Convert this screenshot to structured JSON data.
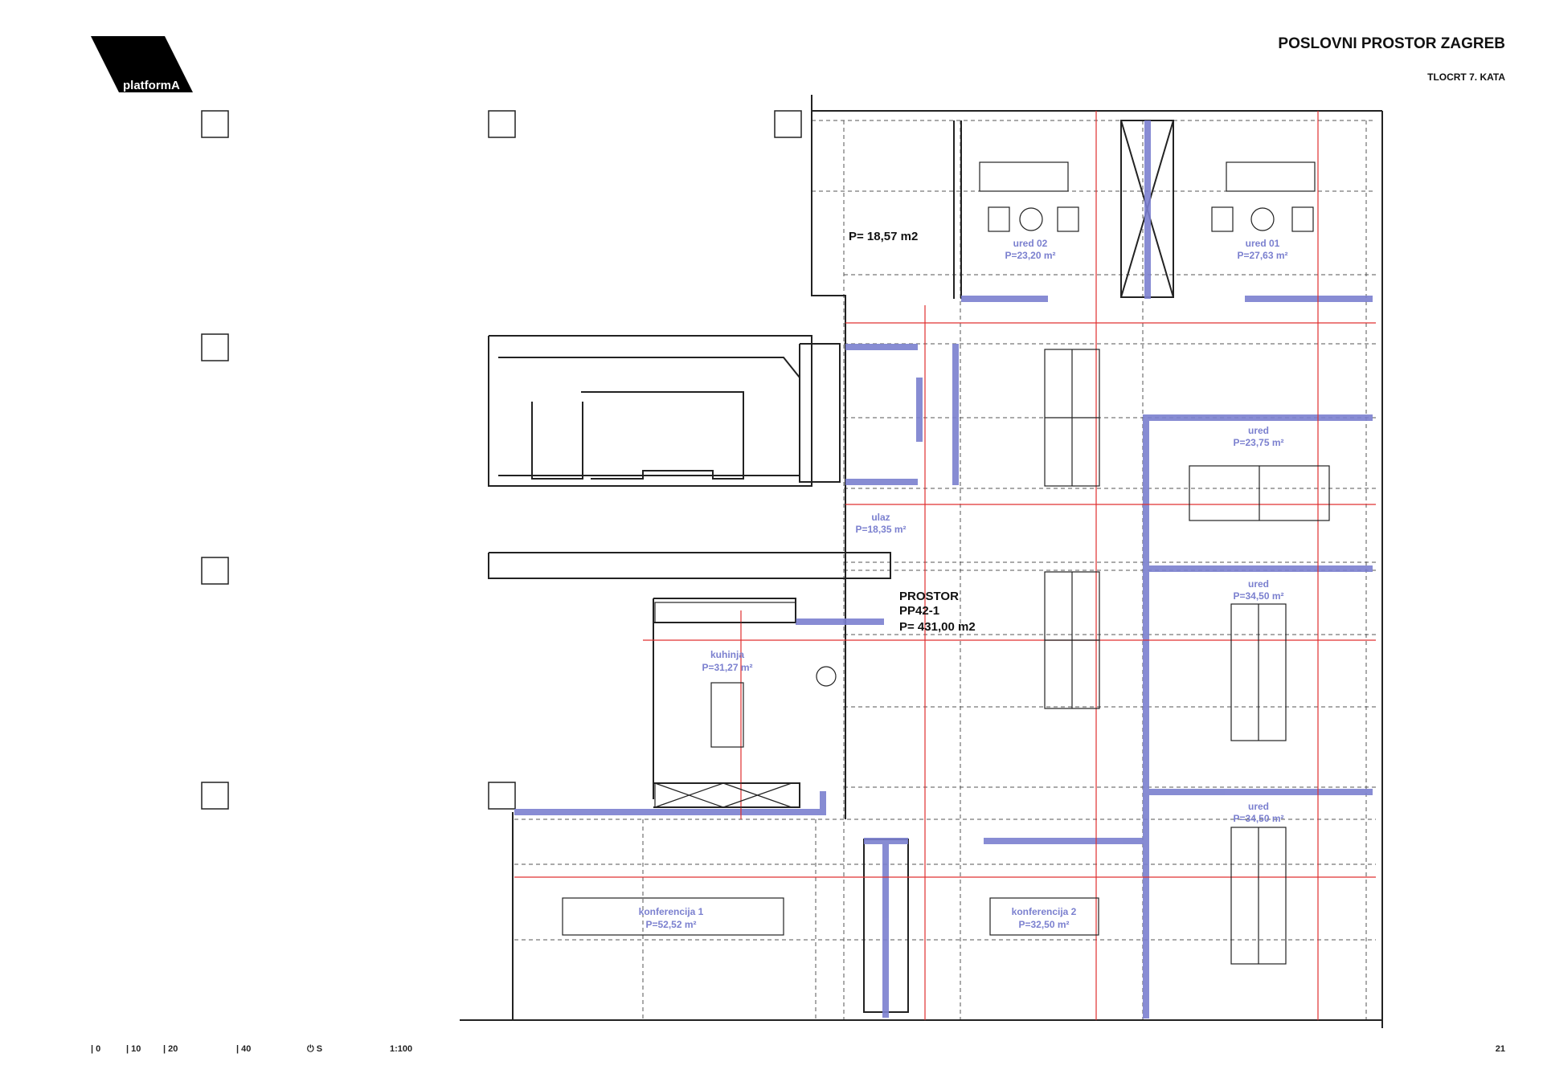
{
  "header": {
    "logo_text": "platformA",
    "title": "POSLOVNI PROSTOR ZAGREB",
    "subtitle": "TLOCRT 7. KATA"
  },
  "footer": {
    "scale_marks": [
      "0",
      "10",
      "20",
      "40"
    ],
    "north_label": "S",
    "scale_ratio": "1:100",
    "page_number": "21"
  },
  "colors": {
    "wall_blue": "#7b80cf",
    "dimension_red": "#e03030",
    "line": "#222222"
  },
  "rooms": {
    "storage": {
      "area": "P= 18,57 m2"
    },
    "ured02": {
      "name": "ured 02",
      "area": "P=23,20 m²"
    },
    "ured01": {
      "name": "ured 01",
      "area": "P=27,63 m²"
    },
    "ured_a": {
      "name": "ured",
      "area": "P=23,75 m²"
    },
    "ulaz": {
      "name": "ulaz",
      "area": "P=18,35 m²"
    },
    "prostor": {
      "line1": "PROSTOR",
      "line2": "PP42-1",
      "line3": "P= 431,00 m2"
    },
    "kuhinja": {
      "name": "kuhinja",
      "area": "P=31,27 m²"
    },
    "ured_b": {
      "name": "ured",
      "area": "P=34,50 m²"
    },
    "ured_c": {
      "name": "ured",
      "area": "P=34,50 m²"
    },
    "konf1": {
      "name": "konferencija 1",
      "area": "P=52,52 m²"
    },
    "konf2": {
      "name": "konferencija 2",
      "area": "P=32,50 m²"
    }
  }
}
